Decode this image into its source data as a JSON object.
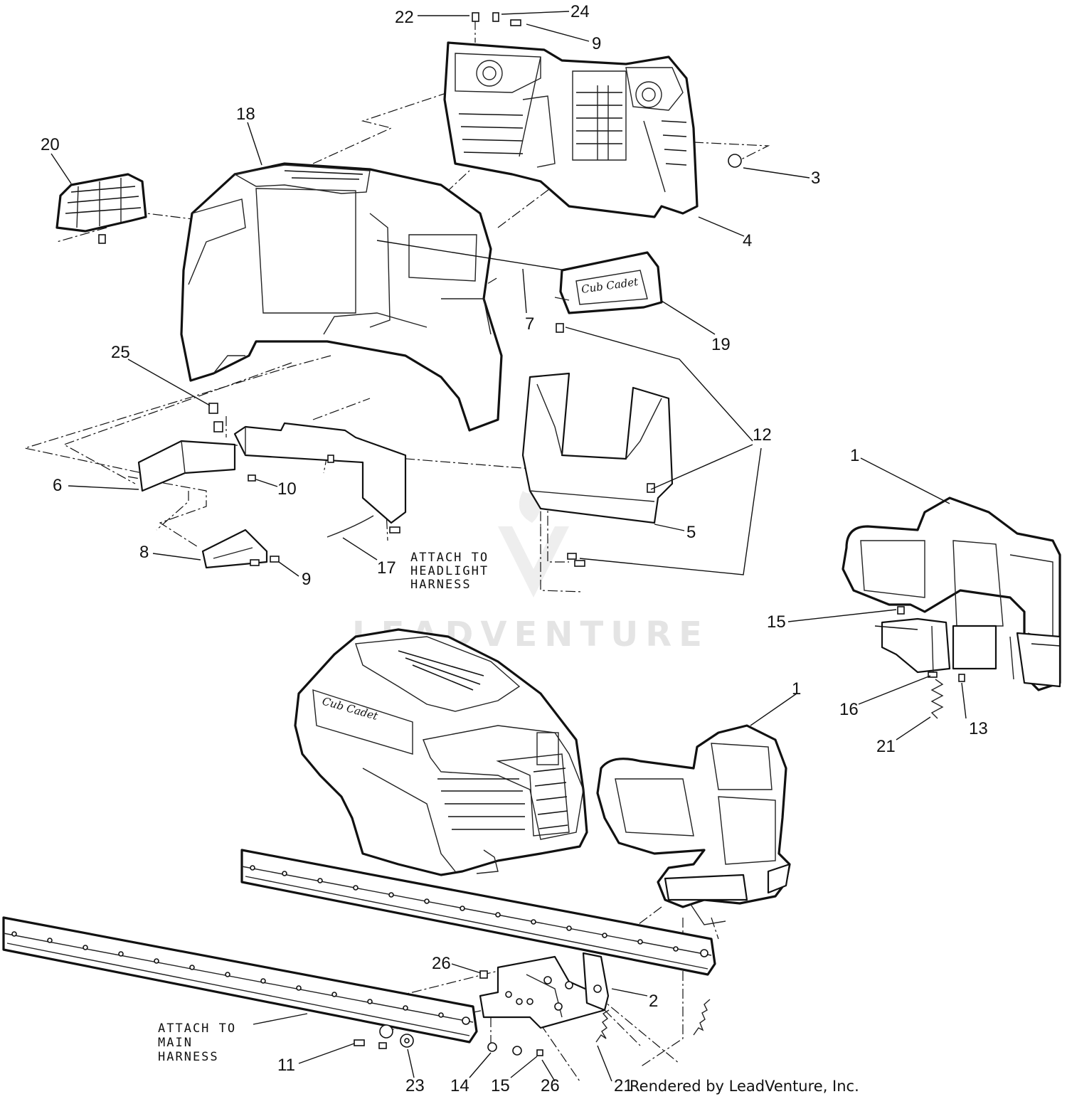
{
  "diagram": {
    "callouts": [
      "22",
      "24",
      "9",
      "18",
      "20",
      "3",
      "4",
      "7",
      "19",
      "25",
      "12",
      "6",
      "10",
      "5",
      "8",
      "9",
      "17",
      "1",
      "15",
      "16",
      "13",
      "21",
      "1",
      "26",
      "2",
      "11",
      "23",
      "14",
      "15",
      "26",
      "21"
    ],
    "notes": {
      "headlight": [
        "ATTACH TO",
        "HEADLIGHT",
        "HARNESS"
      ],
      "main": [
        "ATTACH TO",
        "MAIN",
        "HARNESS"
      ]
    },
    "brand_badge": "Cub Cadet",
    "watermark": "LEADVENTURE",
    "credit": "Rendered by LeadVenture, Inc."
  }
}
